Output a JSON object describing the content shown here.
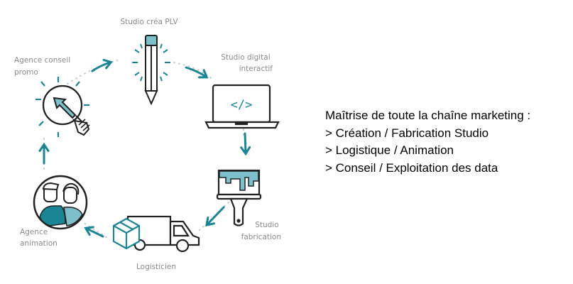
{
  "diagram": {
    "nodes": [
      {
        "id": "studio-crea-plv",
        "label_lines": [
          "Studio créa PLV"
        ],
        "icon": "pencil-icon"
      },
      {
        "id": "studio-digital",
        "label_lines": [
          "Studio digital",
          "interactif"
        ],
        "icon": "laptop-code-icon"
      },
      {
        "id": "studio-fabrication",
        "label_lines": [
          "Studio",
          "fabrication"
        ],
        "icon": "paint-brush-icon"
      },
      {
        "id": "logisticien",
        "label_lines": [
          "Logisticien"
        ],
        "icon": "truck-icon"
      },
      {
        "id": "agence-animation",
        "label_lines": [
          "Agence",
          "animation"
        ],
        "icon": "people-icon"
      },
      {
        "id": "agence-conseil",
        "label_lines": [
          "Agence conseil",
          "promo"
        ],
        "icon": "lightbulb-icon"
      }
    ],
    "accent_color": "#1b8595",
    "fill_color": "#7dbfca"
  },
  "summary": {
    "title": "Maîtrise de toute la chaîne marketing :",
    "items": [
      "> Création / Fabrication Studio",
      "> Logistique / Animation",
      "> Conseil / Exploitation des data"
    ]
  }
}
